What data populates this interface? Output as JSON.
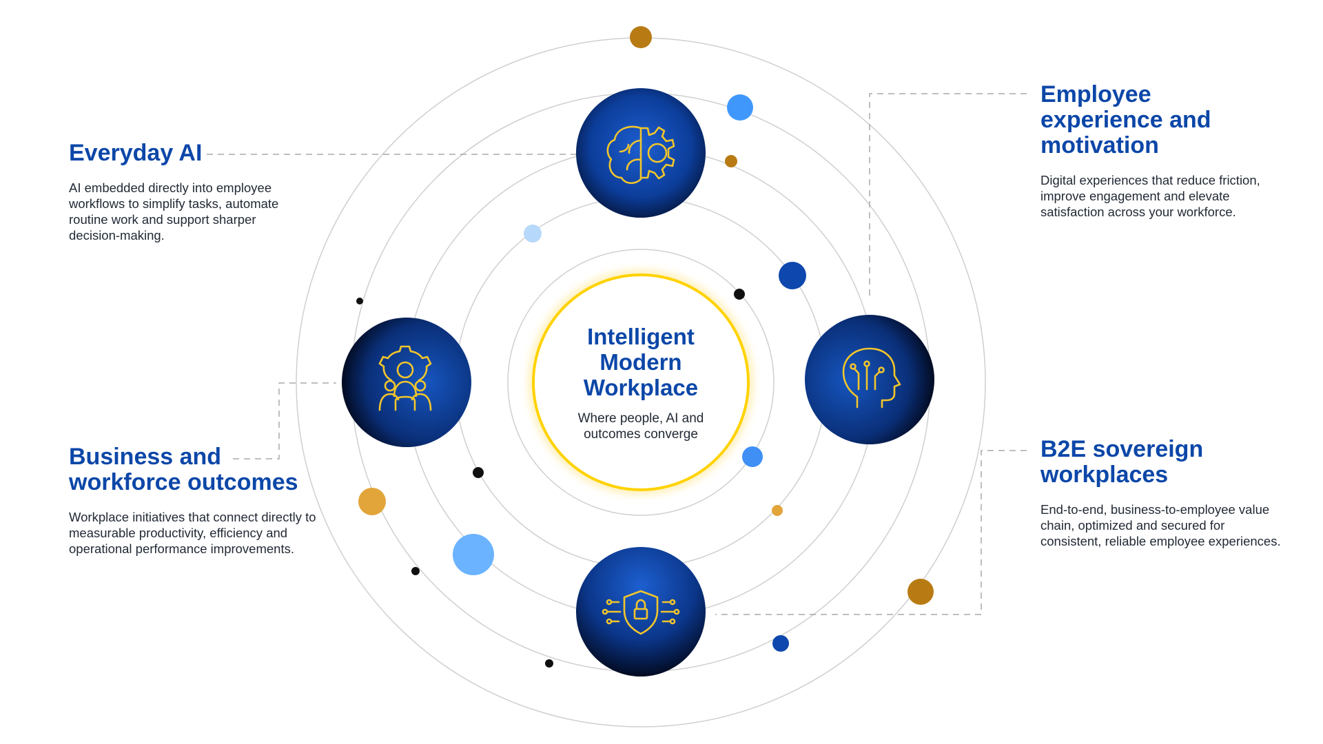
{
  "center": {
    "title": "Intelligent Modern Workplace",
    "subtitle": "Where people, AI and outcomes converge"
  },
  "blocks": {
    "everyday_ai": {
      "title": "Everyday AI",
      "description": "AI embedded directly into employee workflows to simplify tasks, automate routine work and support sharper decision-making."
    },
    "employee_experience": {
      "title": "Employee experience and motivation",
      "description": "Digital experiences that reduce friction, improve engagement and elevate satisfaction across your workforce."
    },
    "business_outcomes": {
      "title": "Business and workforce outcomes",
      "description": "Workplace initiatives that connect directly to measurable productivity, efficiency and operational performance improvements."
    },
    "b2e_sovereign": {
      "title": "B2E sovereign workplaces",
      "description": "End-to-end, business-to-employee value chain, optimized and secured for consistent, reliable employee experiences."
    }
  },
  "icons": {
    "top": "brain-gear-icon",
    "left": "team-gear-icon",
    "right": "ai-head-icon",
    "bottom": "security-shield-icon"
  },
  "colors": {
    "title_blue": "#0c47a8",
    "icon_gold": "#f2c62b",
    "glow_yellow": "#ffd200",
    "dot_gold": "#b87b14",
    "dot_amber": "#e2a53a",
    "dot_light_blue": "#6bb3ff",
    "dot_pale_blue": "#b6d9fb",
    "dot_mid_blue": "#3f8ff5",
    "dot_dark_blue": "#0e47ad",
    "dot_black": "#101010"
  }
}
